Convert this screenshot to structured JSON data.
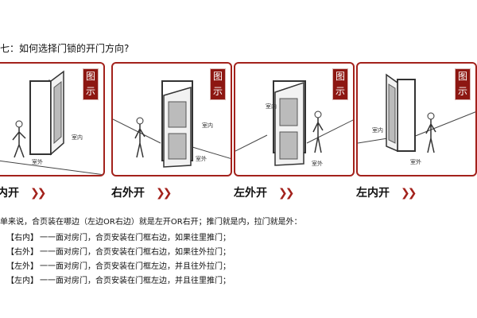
{
  "heading": "七：如何选择门锁的开门方向?",
  "panels": [
    {
      "badge": "图示",
      "caption": "内开",
      "label_inside": "室内",
      "label_outside": "室外"
    },
    {
      "badge": "图示",
      "caption": "右外开",
      "label_inside": "室内",
      "label_outside": "室外"
    },
    {
      "badge": "图示",
      "caption": "左外开",
      "label_inside": "室内",
      "label_outside": "室外"
    },
    {
      "badge": "图示",
      "caption": "左内开",
      "label_inside": "室内",
      "label_outside": "室外"
    }
  ],
  "chevrons": "❯❯",
  "intro": "单来说，合页装在哪边（左边OR右边）就是左开OR右开；推门就是内，拉门就是外：",
  "rules": [
    {
      "tag": "【右内】",
      "text": "一一面对房门，合页安装在门框右边，如果往里推门；"
    },
    {
      "tag": "【右外】",
      "text": "一一面对房门，合页安装在门框右边，如果往外拉门；"
    },
    {
      "tag": "【左外】",
      "text": "一一面对房门，合页安装在门框左边，并且往外拉门；"
    },
    {
      "tag": "【左内】",
      "text": "一一面对房门，合页安装在门框左边，并且往里推门；"
    }
  ],
  "colors": {
    "accent": "#a3221c",
    "badge": "#8d1712",
    "text": "#111111"
  }
}
